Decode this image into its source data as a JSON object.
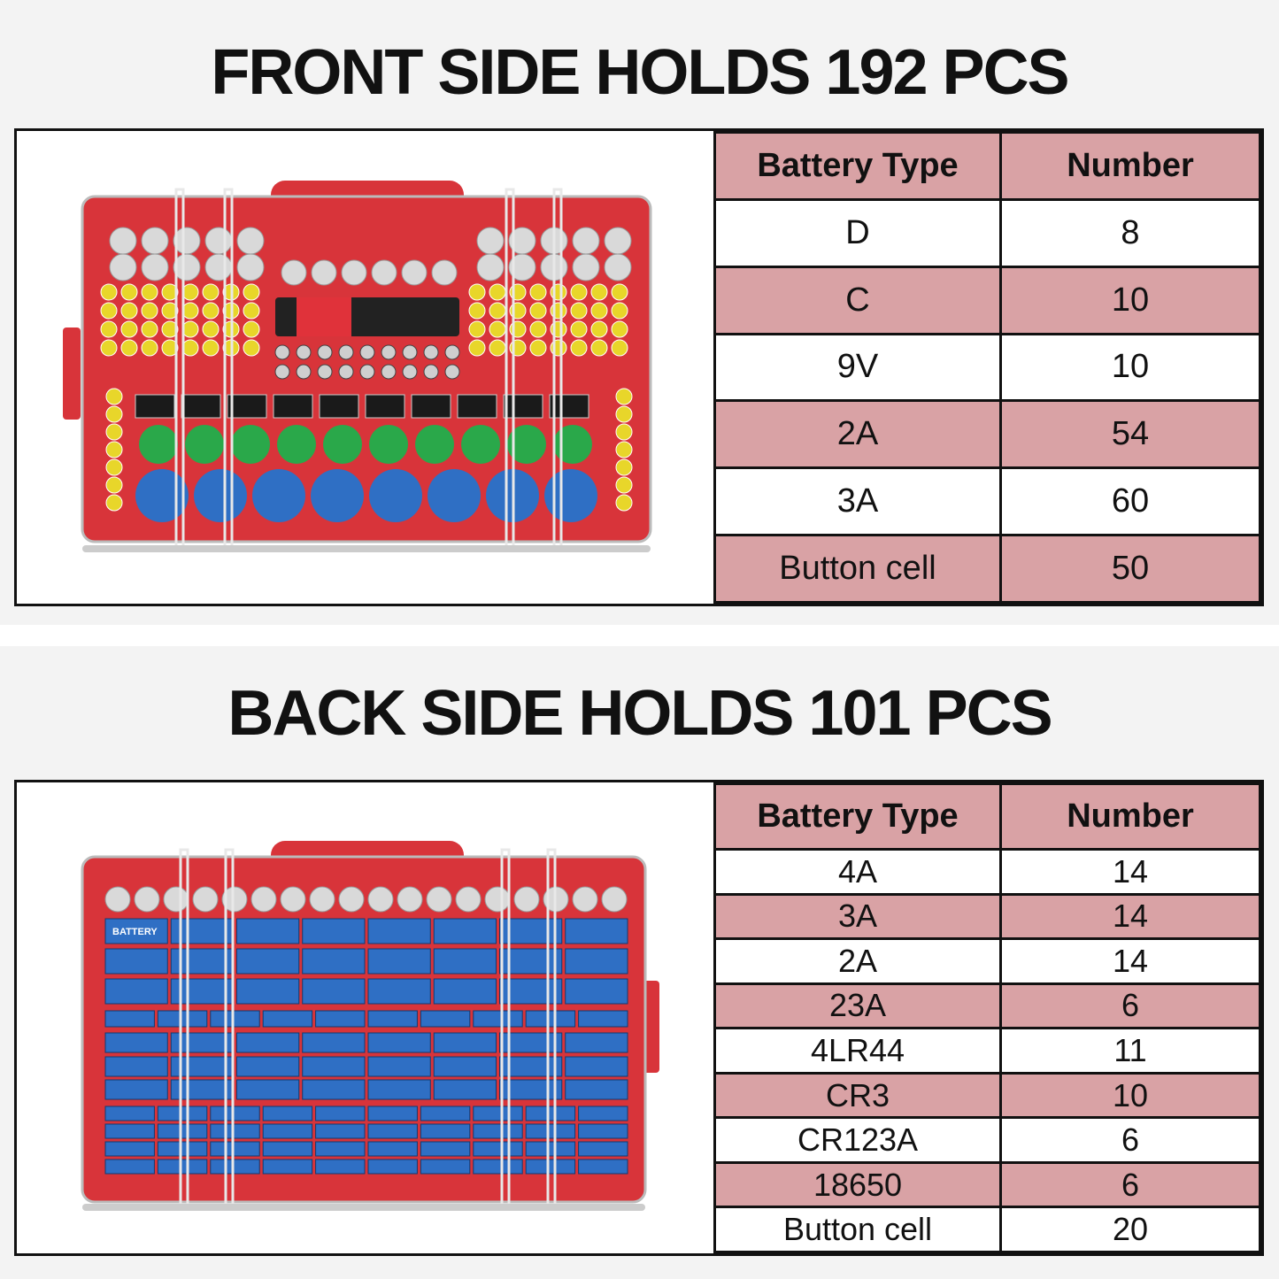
{
  "front": {
    "title": "FRONT SIDE HOLDS 192 PCS",
    "table": {
      "headers": [
        "Battery Type",
        "Number"
      ],
      "rows": [
        {
          "type": "D",
          "number": "8"
        },
        {
          "type": "C",
          "number": "10"
        },
        {
          "type": "9V",
          "number": "10"
        },
        {
          "type": "2A",
          "number": "54"
        },
        {
          "type": "3A",
          "number": "60"
        },
        {
          "type": "Button cell",
          "number": "50"
        }
      ]
    }
  },
  "back": {
    "title": "BACK SIDE HOLDS 101 PCS",
    "table": {
      "headers": [
        "Battery Type",
        "Number"
      ],
      "rows": [
        {
          "type": "4A",
          "number": "14"
        },
        {
          "type": "3A",
          "number": "14"
        },
        {
          "type": "2A",
          "number": "14"
        },
        {
          "type": "23A",
          "number": "6"
        },
        {
          "type": "4LR44",
          "number": "11"
        },
        {
          "type": "CR3",
          "number": "10"
        },
        {
          "type": "CR123A",
          "number": "6"
        },
        {
          "type": "18650",
          "number": "6"
        },
        {
          "type": "Button cell",
          "number": "20"
        }
      ]
    },
    "battery_label": "BATTERY"
  },
  "colors": {
    "case_red": "#d8343a",
    "header_pink": "#d9a2a5",
    "slot_blue": "#2f6fc4",
    "slot_green": "#2aa84a",
    "slot_yellow": "#e8d62a"
  }
}
